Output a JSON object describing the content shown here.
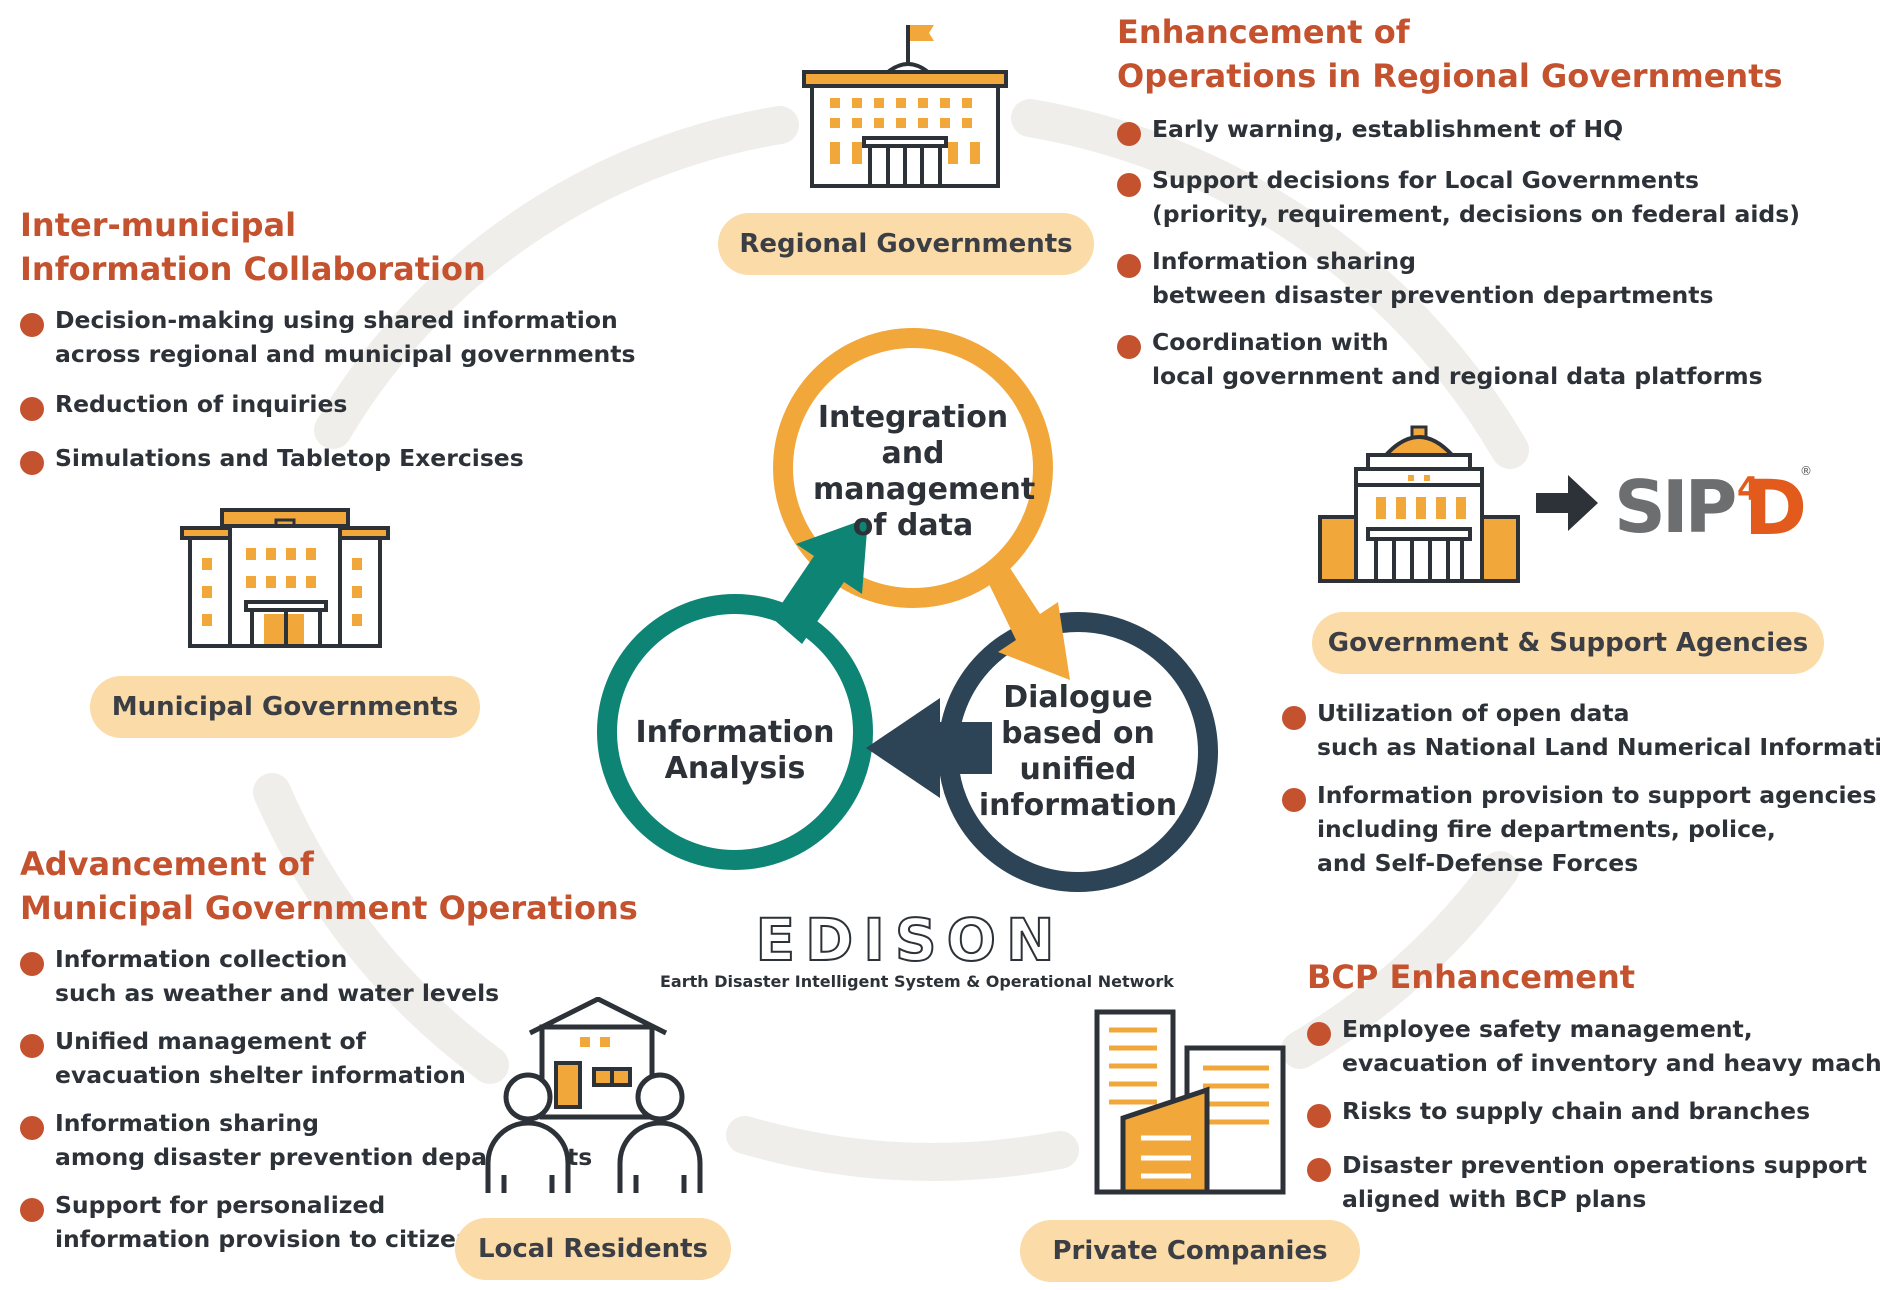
{
  "titles": {
    "regional": [
      "Enhancement of",
      "Operations in Regional Governments"
    ],
    "inter_municipal": [
      "Inter-municipal",
      "Information Collaboration"
    ],
    "municipal_ops": [
      "Advancement of",
      "Municipal Government Operations"
    ],
    "bcp": [
      "BCP Enhancement"
    ]
  },
  "regional_items": [
    [
      "Early warning, establishment of HQ"
    ],
    [
      "Support decisions for Local Governments",
      "(priority, requirement,  decisions on federal aids)"
    ],
    [
      "Information sharing",
      "between disaster prevention departments"
    ],
    [
      "Coordination with",
      "local government and regional data platforms"
    ]
  ],
  "inter_items": [
    [
      "Decision-making using shared information",
      "across regional and municipal governments"
    ],
    [
      "Reduction of inquiries"
    ],
    [
      "Simulations and Tabletop Exercises"
    ]
  ],
  "municipal_items": [
    [
      "Information collection",
      "such as weather and water levels"
    ],
    [
      "Unified management of",
      "evacuation shelter information"
    ],
    [
      "Information sharing",
      "among disaster prevention departments"
    ],
    [
      "Support for personalized",
      "information provision to citizens"
    ]
  ],
  "agency_items": [
    [
      "Utilization of open data",
      "such as National Land Numerical Information"
    ],
    [
      "Information provision to support agencies",
      "including fire departments, police,",
      "and Self-Defense Forces"
    ]
  ],
  "bcp_items": [
    [
      "Employee safety management,",
      "evacuation of inventory and heavy machinery"
    ],
    [
      "Risks to supply chain and branches"
    ],
    [
      "Disaster prevention operations support",
      "aligned with BCP plans"
    ]
  ],
  "pills": {
    "regional": "Regional Governments",
    "municipal": "Municipal Governments",
    "agencies": "Government & Support Agencies",
    "residents": "Local Residents",
    "companies": "Private Companies"
  },
  "cycle": {
    "integration": [
      "Integration",
      "and",
      "management",
      "of data"
    ],
    "dialogue": [
      "Dialogue",
      "based on",
      "unified",
      "information"
    ],
    "analysis": [
      "Information",
      "Analysis"
    ]
  },
  "edison": {
    "logo": "EDISON",
    "subtitle": "Earth Disaster Intelligent System & Operational Network"
  },
  "sip4d": {
    "logo": "SIP4D",
    "mark": "®"
  },
  "colors": {
    "accent_red": "#c4522e",
    "orange": "#f2a73b",
    "teal": "#0e8475",
    "navy": "#2d4456",
    "pill_bg": "#fbdba7",
    "ring_gray": "#efeeea"
  }
}
